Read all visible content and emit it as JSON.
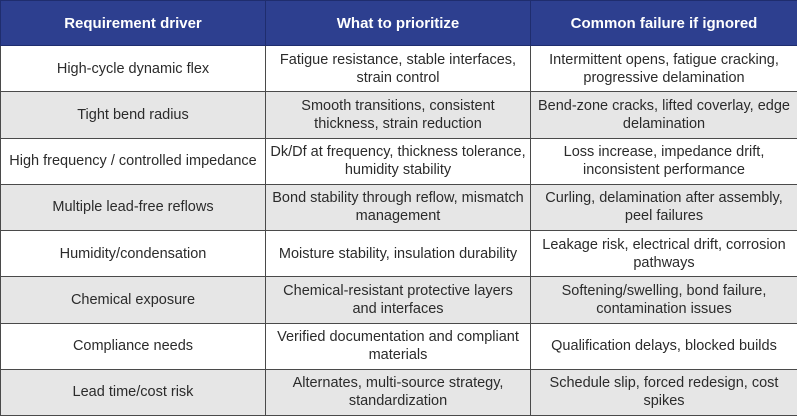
{
  "table": {
    "headers": [
      "Requirement driver",
      "What to prioritize",
      "Common failure if ignored"
    ],
    "rows": [
      {
        "driver": "High-cycle dynamic flex",
        "prioritize": "Fatigue resistance, stable interfaces, strain control",
        "failure": "Intermittent opens, fatigue cracking, progressive delamination"
      },
      {
        "driver": "Tight bend radius",
        "prioritize": "Smooth transitions, consistent thickness, strain reduction",
        "failure": "Bend-zone cracks, lifted coverlay, edge delamination"
      },
      {
        "driver": "High frequency / controlled impedance",
        "prioritize": "Dk/Df at frequency, thickness tolerance, humidity stability",
        "failure": "Loss increase, impedance drift, inconsistent performance"
      },
      {
        "driver": "Multiple lead-free reflows",
        "prioritize": "Bond stability through reflow, mismatch management",
        "failure": "Curling, delamination after assembly, peel failures"
      },
      {
        "driver": "Humidity/condensation",
        "prioritize": "Moisture stability, insulation durability",
        "failure": "Leakage risk, electrical drift, corrosion pathways"
      },
      {
        "driver": "Chemical exposure",
        "prioritize": "Chemical-resistant protective layers and interfaces",
        "failure": "Softening/swelling, bond failure, contamination issues"
      },
      {
        "driver": "Compliance needs",
        "prioritize": "Verified documentation and compliant materials",
        "failure": "Qualification delays, blocked builds"
      },
      {
        "driver": "Lead time/cost risk",
        "prioritize": "Alternates, multi-source strategy, standardization",
        "failure": "Schedule slip, forced redesign, cost spikes"
      }
    ]
  }
}
